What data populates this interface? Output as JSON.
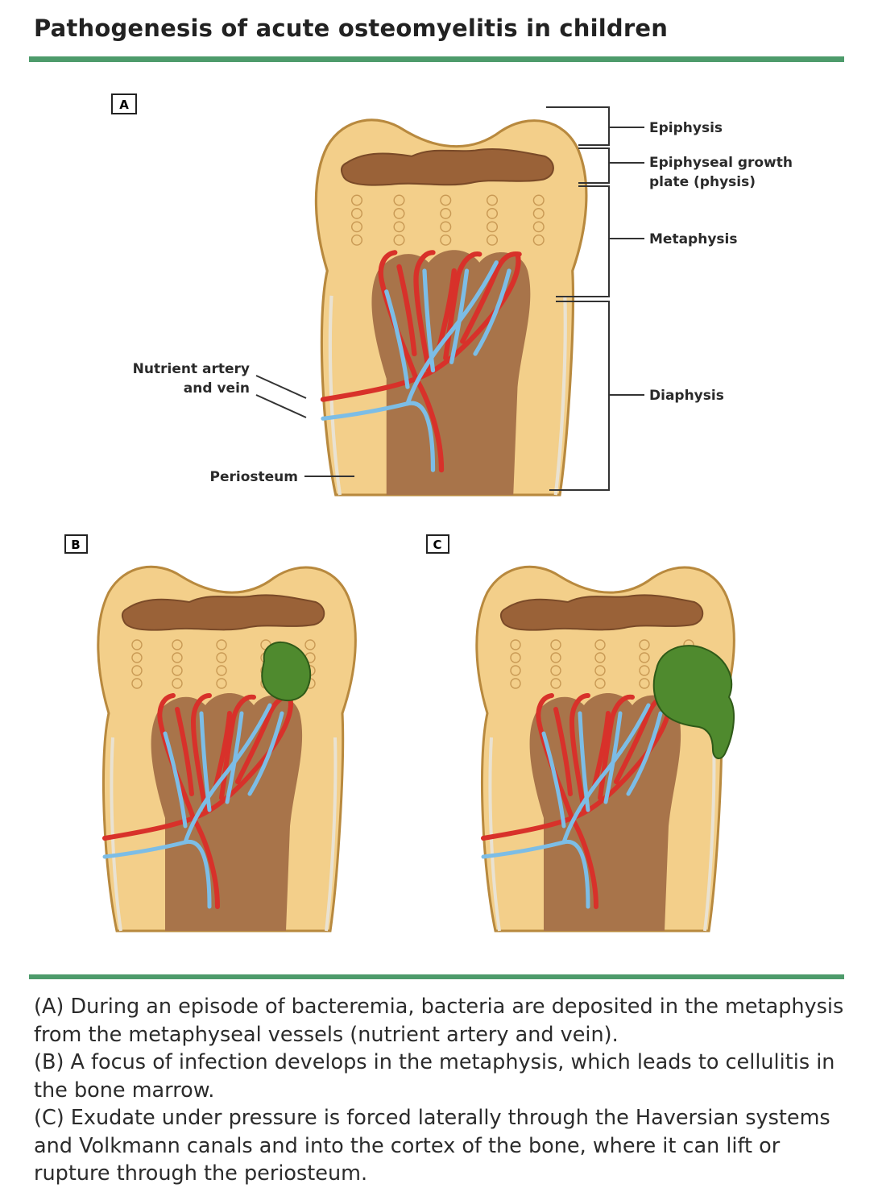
{
  "title": "Pathogenesis of acute osteomyelitis in children",
  "panels": {
    "a": {
      "letter": "A"
    },
    "b": {
      "letter": "B"
    },
    "c": {
      "letter": "C"
    }
  },
  "labels": {
    "epiphysis": "Epiphysis",
    "growth_plate_line1": "Epiphyseal growth",
    "growth_plate_line2": "plate (physis)",
    "metaphysis": "Metaphysis",
    "diaphysis": "Diaphysis",
    "nutrient_line1": "Nutrient artery",
    "nutrient_line2": "and vein",
    "periosteum": "Periosteum"
  },
  "caption": [
    "(A) During an episode of bacteremia, bacteria are deposited in the metaphysis from the metaphyseal vessels (nutrient artery and vein).",
    "(B) A focus of infection develops in the metaphysis, which leads to cellulitis in the bone marrow.",
    "(C) Exudate under pressure is forced laterally through the Haversian systems and Volkmann canals and into the cortex of the bone, where it can lift or rupture through the periosteum."
  ],
  "colors": {
    "bone": "#f3cf8a",
    "bone_outline": "#b8893e",
    "marrow": "#a8744a",
    "artery": "#d8312a",
    "vein": "#7cbde6",
    "pus": "#4f8a2e",
    "rule": "#4d9b6b"
  }
}
